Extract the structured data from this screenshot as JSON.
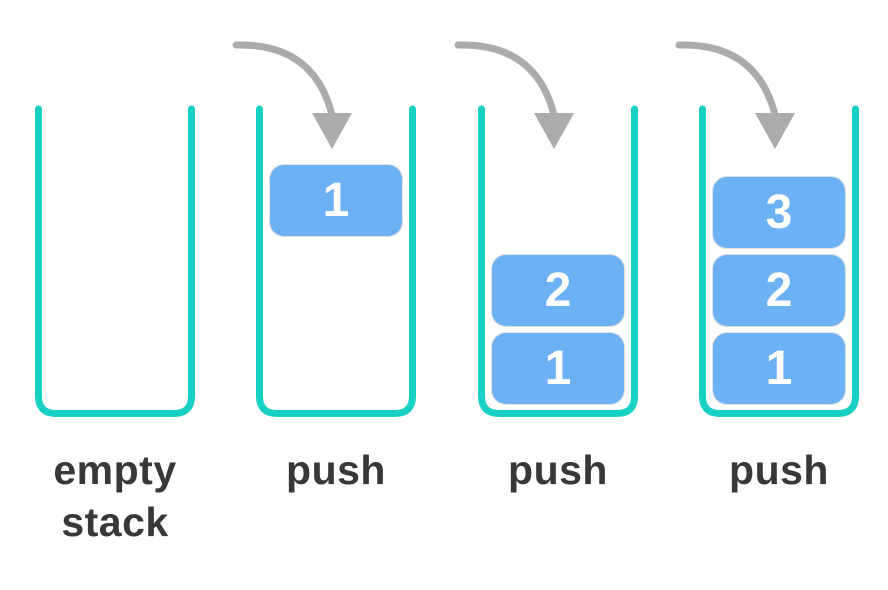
{
  "figure": {
    "type": "stack-push-diagram",
    "description_visible_text_only": true
  },
  "colors": {
    "stack_outline": "#18d1c4",
    "block_fill": "#6db1f5",
    "block_text": "#ffffff",
    "arrow": "#ababab",
    "label": "#383838",
    "bg": "#ffffff"
  },
  "stacks": [
    {
      "label": "empty stack",
      "label_line1": "empty",
      "label_line2": "stack",
      "has_arrow": false,
      "blocks": []
    },
    {
      "label": "push",
      "has_arrow": true,
      "blocks": [
        "1"
      ]
    },
    {
      "label": "push",
      "has_arrow": true,
      "blocks": [
        "2",
        "1"
      ]
    },
    {
      "label": "push",
      "has_arrow": true,
      "blocks": [
        "3",
        "2",
        "1"
      ]
    }
  ]
}
